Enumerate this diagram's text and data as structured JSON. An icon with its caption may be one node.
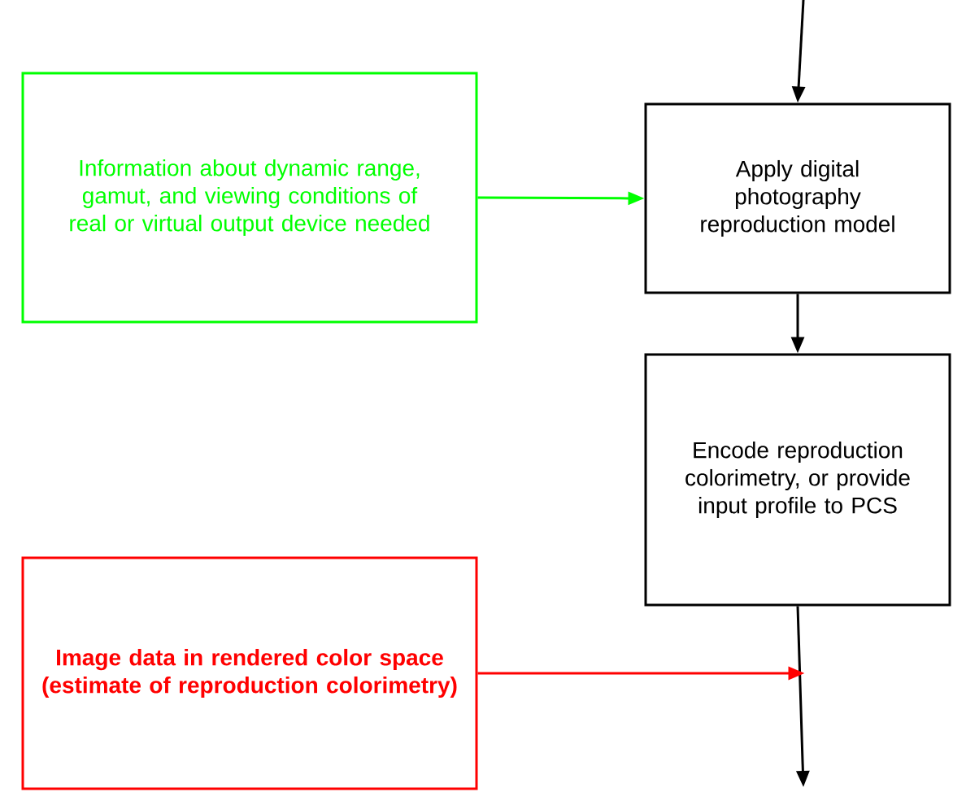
{
  "diagram": {
    "nodes": [
      {
        "text": [
          "Information about dynamic range, gamut, and viewing conditions of real or virtual output device needed"
        ]
      },
      {
        "text": [
          "Apply digital photography reproduction model"
        ]
      },
      {
        "text": [
          "Encode reproduction colorimetry, or provide input profile to PCS"
        ]
      },
      {
        "text": [
          "Image data in rendered color space (estimate of reproduction colorimetry)"
        ]
      }
    ],
    "edges": [
      {
        "from": null,
        "to": 1,
        "arrow": "to"
      },
      {
        "from": 0,
        "to": 1,
        "arrow": "to",
        "color": "#00ff00"
      },
      {
        "from": 1,
        "to": 2,
        "arrow": "to"
      },
      {
        "from": 2,
        "to": null,
        "arrow": "to"
      },
      {
        "from": 3,
        "to": null,
        "arrow": "to",
        "color": "#ff0000"
      }
    ]
  }
}
